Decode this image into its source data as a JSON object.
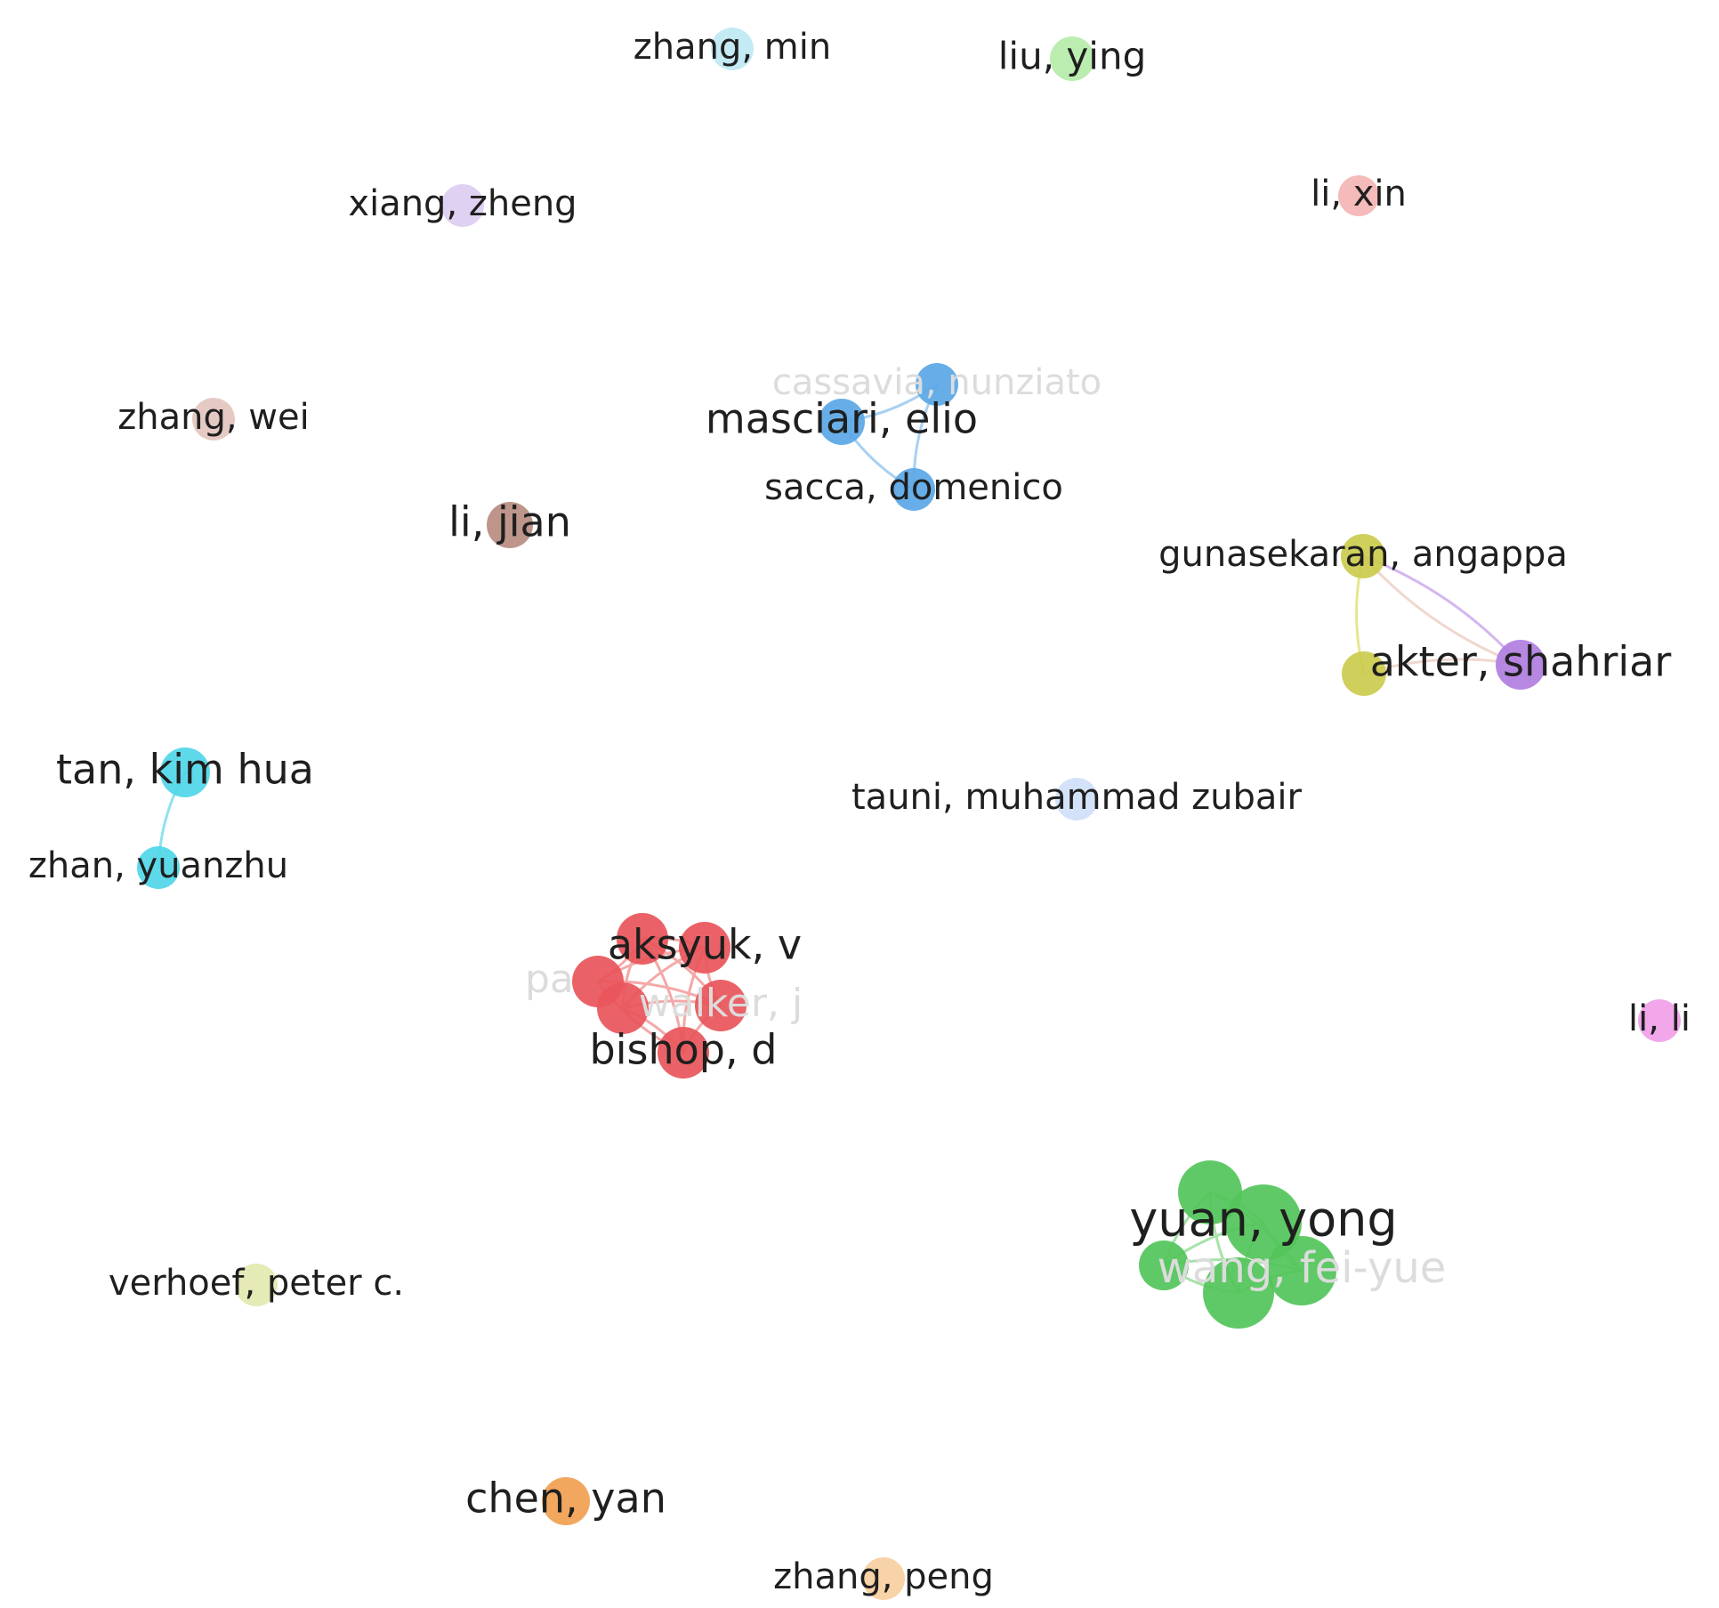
{
  "network": {
    "nodes": [
      {
        "id": "zhang-min",
        "label": "zhang, min",
        "color": "#bfe8f3"
      },
      {
        "id": "liu-ying",
        "label": "liu, ying",
        "color": "#b5ecaa"
      },
      {
        "id": "xiang-zheng",
        "label": "xiang, zheng",
        "color": "#dccdf0"
      },
      {
        "id": "li-xin",
        "label": "li, xin",
        "color": "#f4b4b4"
      },
      {
        "id": "cassavia-nunziato",
        "label": "cassavia, nunziato",
        "color": "#5aa7e6",
        "faint": true
      },
      {
        "id": "masciari-elio",
        "label": "masciari, elio",
        "color": "#5aa7e6"
      },
      {
        "id": "sacca-domenico",
        "label": "sacca, domenico",
        "color": "#5aa7e6"
      },
      {
        "id": "zhang-wei",
        "label": "zhang, wei",
        "color": "#e3c5bf"
      },
      {
        "id": "li-jian",
        "label": "li, jian",
        "color": "#b98c80"
      },
      {
        "id": "gunasekaran-angappa",
        "label": "gunasekaran, angappa",
        "color": "#cbcb4d"
      },
      {
        "id": "akter-shahriar",
        "label": "akter, shahriar",
        "color": "#b07ee0"
      },
      {
        "id": "tan-kim-hua",
        "label": "tan, kim hua",
        "color": "#4fd6e8"
      },
      {
        "id": "zhan-yuanzhu",
        "label": "zhan, yuanzhu",
        "color": "#4fd6e8"
      },
      {
        "id": "tauni-muhammad-zubair",
        "label": "tauni, muhammad zubair",
        "color": "#cfe0f7"
      },
      {
        "id": "aksyuk-v",
        "label": "aksyuk, v",
        "color": "#e8555a"
      },
      {
        "id": "walker-j",
        "label": "walker, j",
        "color": "#e8555a",
        "faint": true
      },
      {
        "id": "papi",
        "label": "pa",
        "color": "#e8555a",
        "faint": true
      },
      {
        "id": "bishop-d",
        "label": "bishop, d",
        "color": "#e8555a"
      },
      {
        "id": "li-li",
        "label": "li, li",
        "color": "#f0a0e8"
      },
      {
        "id": "yuan-yong",
        "label": "yuan, yong",
        "color": "#52c45a"
      },
      {
        "id": "wang-fei-yue",
        "label": "wang, fei-yue",
        "color": "#52c45a",
        "faint": true
      },
      {
        "id": "verhoef-peter-c",
        "label": "verhoef, peter c.",
        "color": "#e3e8b0"
      },
      {
        "id": "chen-yan",
        "label": "chen, yan",
        "color": "#f0a050"
      },
      {
        "id": "zhang-peng",
        "label": "zhang, peng",
        "color": "#f7cfa0"
      }
    ]
  }
}
